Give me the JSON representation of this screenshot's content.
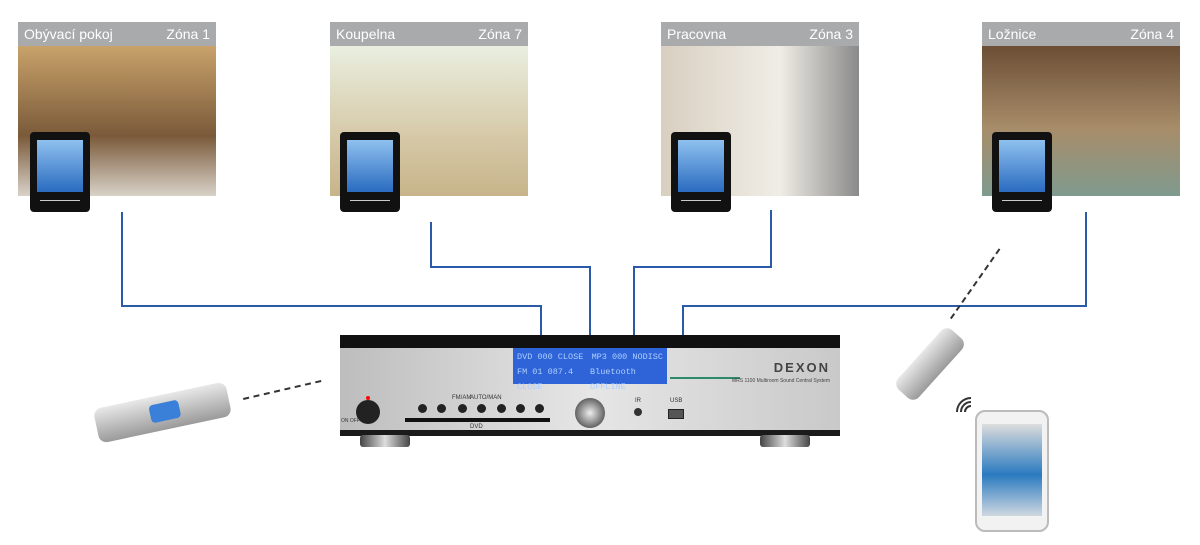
{
  "zones": [
    {
      "room": "Obývací pokoj",
      "zone": "Zóna 1"
    },
    {
      "room": "Koupelna",
      "zone": "Zóna 7"
    },
    {
      "room": "Pracovna",
      "zone": "Zóna 3"
    },
    {
      "room": "Ložnice",
      "zone": "Zóna 4"
    }
  ],
  "device": {
    "brand": "DEXON",
    "model": "MRS 1100  Multiroom Sound Central System",
    "display": {
      "l1a": "DVD  000  CLOSE",
      "l1b": "MP3  000  NODISC",
      "l2a": "FM  01  087.4  CLOSE",
      "l2b": "Bluetooth  OFFLINE"
    },
    "labels": {
      "fmam": "FM/AM",
      "auto": "AUTO/MAN",
      "dvd": "DVD",
      "ir": "IR",
      "usb": "USB",
      "onoff": "ON OFF"
    }
  },
  "colors": {
    "wire": "#2b5aa8",
    "lcd": "#2e64d8"
  }
}
